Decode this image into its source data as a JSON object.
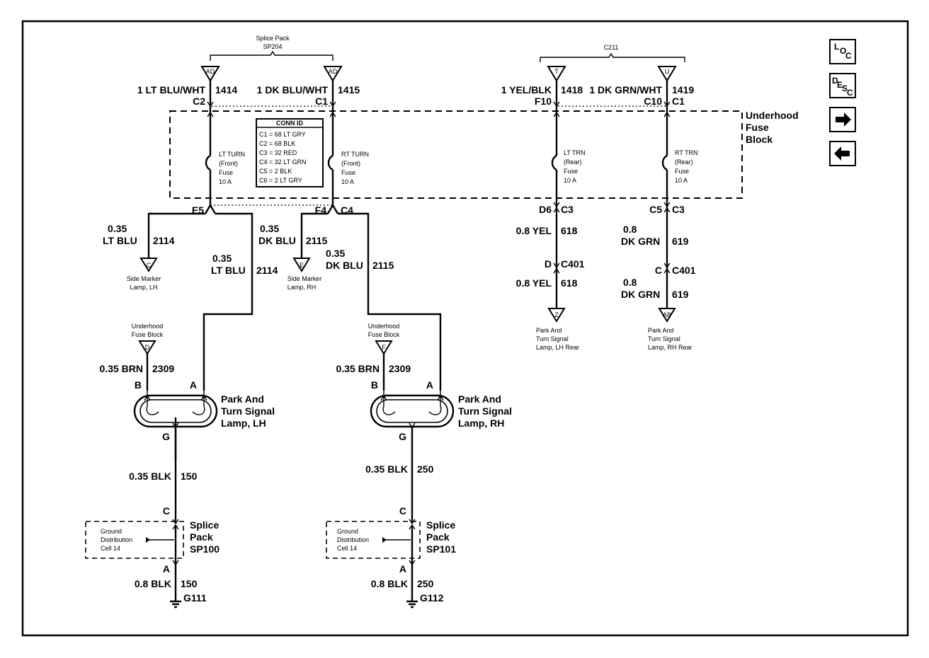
{
  "top": {
    "splice_pack": "Splice Pack",
    "sp204": "SP204",
    "c211": "C211",
    "pin_ad_left": "AD",
    "pin_ad_right": "AD",
    "pin_t": "T",
    "pin_u": "U",
    "w1414": "1 LT BLU/WHT",
    "c1414": "1414",
    "w1415": "1 DK BLU/WHT",
    "c1415": "1415",
    "w1418": "1 YEL/BLK",
    "c1418": "1418",
    "w1419": "1 DK GRN/WHT",
    "c1419": "1419",
    "conn_c2": "C2",
    "conn_c1a": "C1",
    "conn_f10": "F10",
    "conn_c10": "C10",
    "conn_c1b": "C1"
  },
  "fuse_block": {
    "title1": "Underhood",
    "title2": "Fuse",
    "title3": "Block",
    "conn_id_title": "CONN ID",
    "conn_ids": [
      "C1 = 68 LT GRY",
      "C2 = 68 BLK",
      "C3 = 32 RED",
      "C4 = 32 LT GRN",
      "C5 = 2 BLK",
      "C6 = 2 LT GRY"
    ],
    "fuse1": [
      "LT TURN",
      "(Front)",
      "Fuse",
      "10 A"
    ],
    "fuse2": [
      "RT TURN",
      "(Front)",
      "Fuse",
      "10 A"
    ],
    "fuse3": [
      "LT TRN",
      "(Rear)",
      "Fuse",
      "10 A"
    ],
    "fuse4": [
      "RT TRN",
      "(Rear)",
      "Fuse",
      "10 A"
    ]
  },
  "left": {
    "e5": "E5",
    "w035a": "0.35",
    "ltblu_a": "LT BLU",
    "c2114a": "2114",
    "pin_c": "C",
    "side_lh1": "Side Marker",
    "side_lh2": "Lamp, LH",
    "w035b": "0.35",
    "ltblu_b": "LT BLU",
    "c2114b": "2114",
    "ufb1": "Underhood",
    "ufb2": "Fuse Block",
    "pin_d": "D",
    "brn": "0.35 BRN",
    "c2309": "2309",
    "pin_b": "B",
    "pin_a": "A",
    "lamp1": "Park And",
    "lamp2": "Turn Signal",
    "lamp3": "Lamp, LH",
    "pin_g": "G",
    "blk": "0.35 BLK",
    "c150": "150",
    "pin_c2": "C",
    "gd1": "Ground",
    "gd2": "Distribution",
    "gd3": "Cell 14",
    "sp1": "Splice",
    "sp2": "Pack",
    "sp3": "SP100",
    "pin_a2": "A",
    "blk8": "0.8 BLK",
    "c150b": "150",
    "ground": "G111"
  },
  "mid": {
    "f4": "F4",
    "c4": "C4",
    "w035a": "0.35",
    "dkblu_a": "DK BLU",
    "c2115a": "2115",
    "pin_e": "E",
    "side_rh1": "Side Marker",
    "side_rh2": "Lamp, RH",
    "w035b": "0.35",
    "dkblu_b": "DK BLU",
    "c2115b": "2115",
    "ufb1": "Underhood",
    "ufb2": "Fuse Block",
    "pin_f": "F",
    "brn": "0.35 BRN",
    "c2309": "2309",
    "pin_b": "B",
    "pin_a": "A",
    "lamp1": "Park And",
    "lamp2": "Turn Signal",
    "lamp3": "Lamp, RH",
    "pin_g": "G",
    "blk": "0.35 BLK",
    "c250": "250",
    "pin_c2": "C",
    "gd1": "Ground",
    "gd2": "Distribution",
    "gd3": "Cell 14",
    "sp1": "Splice",
    "sp2": "Pack",
    "sp3": "SP101",
    "pin_a2": "A",
    "blk8": "0.8 BLK",
    "c250b": "250",
    "ground": "G112"
  },
  "right": {
    "d6": "D6",
    "c3a": "C3",
    "yel_a": "0.8 YEL",
    "c618a": "618",
    "pin_d": "D",
    "c401a": "C401",
    "yel_b": "0.8 YEL",
    "c618b": "618",
    "pin_z": "Z",
    "lh_rear1": "Park And",
    "lh_rear2": "Turn Signal",
    "lh_rear3": "Lamp, LH Rear",
    "c5": "C5",
    "c3b": "C3",
    "w08a": "0.8",
    "dkgrn_a": "DK GRN",
    "c619a": "619",
    "pin_c": "C",
    "c401b": "C401",
    "w08b": "0.8",
    "dkgrn_b": "DK GRN",
    "c619b": "619",
    "pin_ab": "AB",
    "rh_rear1": "Park And",
    "rh_rear2": "Turn Signal",
    "rh_rear3": "Lamp, RH Rear"
  },
  "nav": {
    "loc": [
      "L",
      "O",
      "C"
    ],
    "desc": [
      "D",
      "E",
      "S",
      "C"
    ],
    "next_icon": "arrow-right-icon",
    "prev_icon": "arrow-left-icon"
  }
}
